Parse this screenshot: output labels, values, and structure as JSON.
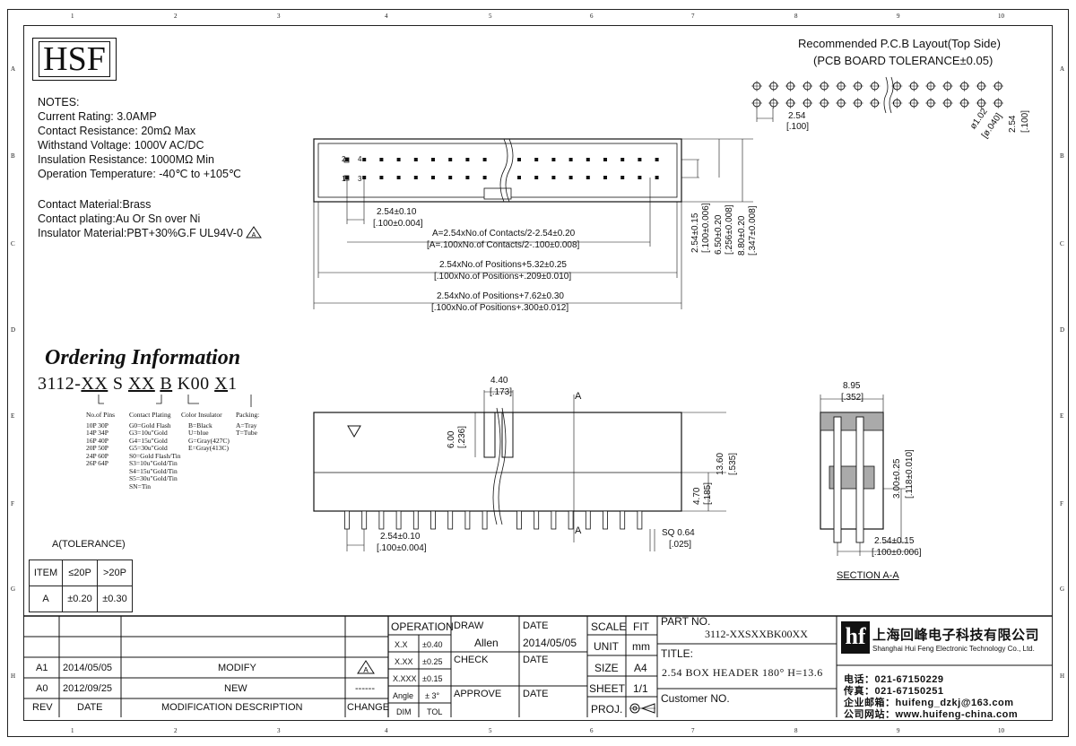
{
  "frame": {
    "zones_top": [
      "1",
      "2",
      "3",
      "4",
      "5",
      "6",
      "7",
      "8",
      "9",
      "10"
    ],
    "zones_side": [
      "A",
      "B",
      "C",
      "D",
      "E",
      "F",
      "G",
      "H"
    ]
  },
  "logo": "HSF",
  "pcb": {
    "title": "Recommended P.C.B Layout(Top Side)",
    "subtitle": "(PCB BOARD TOLERANCE±0.05)",
    "pitch": "2.54",
    "pitch_in": "[.100]",
    "hole": "ø1.02",
    "hole_in": "[ø.040]",
    "row_pitch": "2.54",
    "row_pitch_in": "[.100]"
  },
  "notes": {
    "heading": "NOTES:",
    "lines": [
      "Current Rating: 3.0AMP",
      "Contact Resistance: 20mΩ Max",
      "Withstand Voltage: 1000V AC/DC",
      "Insulation Resistance: 1000MΩ Min",
      "Operation Temperature: -40℃ to +105℃"
    ],
    "materials": [
      "Contact Material:Brass",
      "Contact plating:Au Or Sn over Ni",
      "Insulator Material:PBT+30%G.F UL94V-0"
    ],
    "rev_mark": "A"
  },
  "top_view": {
    "pin_labels": [
      "2",
      "4",
      "1",
      "3"
    ],
    "dim_pitch": "2.54±0.10",
    "dim_pitch_in": "[.100±0.004]",
    "dim_a": "A=2.54xNo.of Contacts/2-2.54±0.20",
    "dim_a_in": "[A=.100xNo.of Contacts/2-.100±0.008]",
    "dim_b": "2.54xNo.of Positions+5.32±0.25",
    "dim_b_in": "[.100xNo.of Positions+.209±0.010]",
    "dim_c": "2.54xNo.of Positions+7.62±0.30",
    "dim_c_in": "[.100xNo.of Positions+.300±0.012]",
    "v1": "2.54±0.15",
    "v1_in": "[.100±0.006]",
    "v2": "6.50±0.20",
    "v2_in": "[.256±0.008]",
    "v3": "8.80±0.20",
    "v3_in": "[.347±0.008]"
  },
  "ordering": {
    "title": "Ordering Information",
    "code_parts": [
      "3112-",
      "XX",
      " S ",
      "XX",
      " ",
      "B",
      " K00 ",
      "X",
      "1"
    ],
    "pins_title": "No.of Pins",
    "pins": [
      "10P  30P",
      "14P  34P",
      "16P  40P",
      "20P  50P",
      "24P  60P",
      "26P  64P"
    ],
    "plating_title": "Contact Plating",
    "plating": [
      "G0=Gold Flash",
      "G3=10u\"Gold",
      "G4=15u\"Gold",
      "G5=30u\"Gold",
      "S0=Gold Flash/Tin",
      "S3=10u\"Gold/Tin",
      "S4=15u\"Gold/Tin",
      "S5=30u\"Gold/Tin",
      "SN=Tin"
    ],
    "color_title": "Color Insulator",
    "colors": [
      "B=Black",
      "U=blue",
      "G=Gray(427C)",
      "E=Gray(413C)"
    ],
    "packing_title": "Packing:",
    "packing": [
      "A=Tray",
      "T=Tube"
    ]
  },
  "side_view": {
    "w": "4.40",
    "w_in": "[.173]",
    "section_mark": "A",
    "h1": "6.00",
    "h1_in": "[.236]",
    "h2": "13.60",
    "h2_in": "[.535]",
    "h3": "4.70",
    "h3_in": "[.185]",
    "pitch": "2.54±0.10",
    "pitch_in": "[.100±0.004]",
    "sq": "SQ 0.64",
    "sq_in": "[.025]"
  },
  "section": {
    "w": "8.95",
    "w_in": "[.352]",
    "h": "3.00±0.25",
    "h_in": "[.118±0.010]",
    "pitch": "2.54±0.15",
    "pitch_in": "[.100±0.006]",
    "label": "SECTION A-A"
  },
  "tolerance": {
    "title": "A(TOLERANCE)",
    "header": [
      "ITEM",
      "≤20P",
      ">20P"
    ],
    "row": [
      "A",
      "±0.20",
      "±0.30"
    ]
  },
  "title_block": {
    "rev_header": [
      "REV",
      "DATE",
      "MODIFICATION  DESCRIPTION",
      "CHANGE"
    ],
    "rev_rows": [
      {
        "rev": "A1",
        "date": "2014/05/05",
        "desc": "MODIFY",
        "change": "A"
      },
      {
        "rev": "A0",
        "date": "2012/09/25",
        "desc": "NEW",
        "change": "------"
      }
    ],
    "operation": "OPERATION",
    "tols": [
      [
        "X.X",
        "±0.40"
      ],
      [
        "X.XX",
        "±0.25"
      ],
      [
        "X.XXX",
        "±0.15"
      ],
      [
        "Angle",
        "± 3°"
      ],
      [
        "DIM",
        "TOL"
      ]
    ],
    "draw_label": "DRAW",
    "draw_value": "Allen",
    "check_label": "CHECK",
    "approve_label": "APPROVE",
    "date_label": "DATE",
    "date_value": "2014/05/05",
    "scale_label": "SCALE",
    "fit_label": "FIT",
    "unit_label": "UNIT",
    "unit_value": "mm",
    "size_label": "SIZE",
    "size_value": "A4",
    "sheet_label": "SHEET",
    "sheet_value": "1/1",
    "proj_label": "PROJ.",
    "part_label": "PART  NO.",
    "part_value": "3112-XXSXXBK00XX",
    "title_label": "TITLE:",
    "title_value": "2.54 BOX HEADER 180° H=13.6",
    "customer_label": "Customer  NO.",
    "company_cn": "上海回峰电子科技有限公司",
    "company_en": "Shanghai Hui Feng Electronic Technology Co., Ltd.",
    "tel": "电话：021-67150229",
    "fax": "传真：021-67150251",
    "email": "企业邮箱：huifeng_dzkj@163.com",
    "web": "公司网站：www.huifeng-china.com",
    "company_logo": "hf"
  }
}
